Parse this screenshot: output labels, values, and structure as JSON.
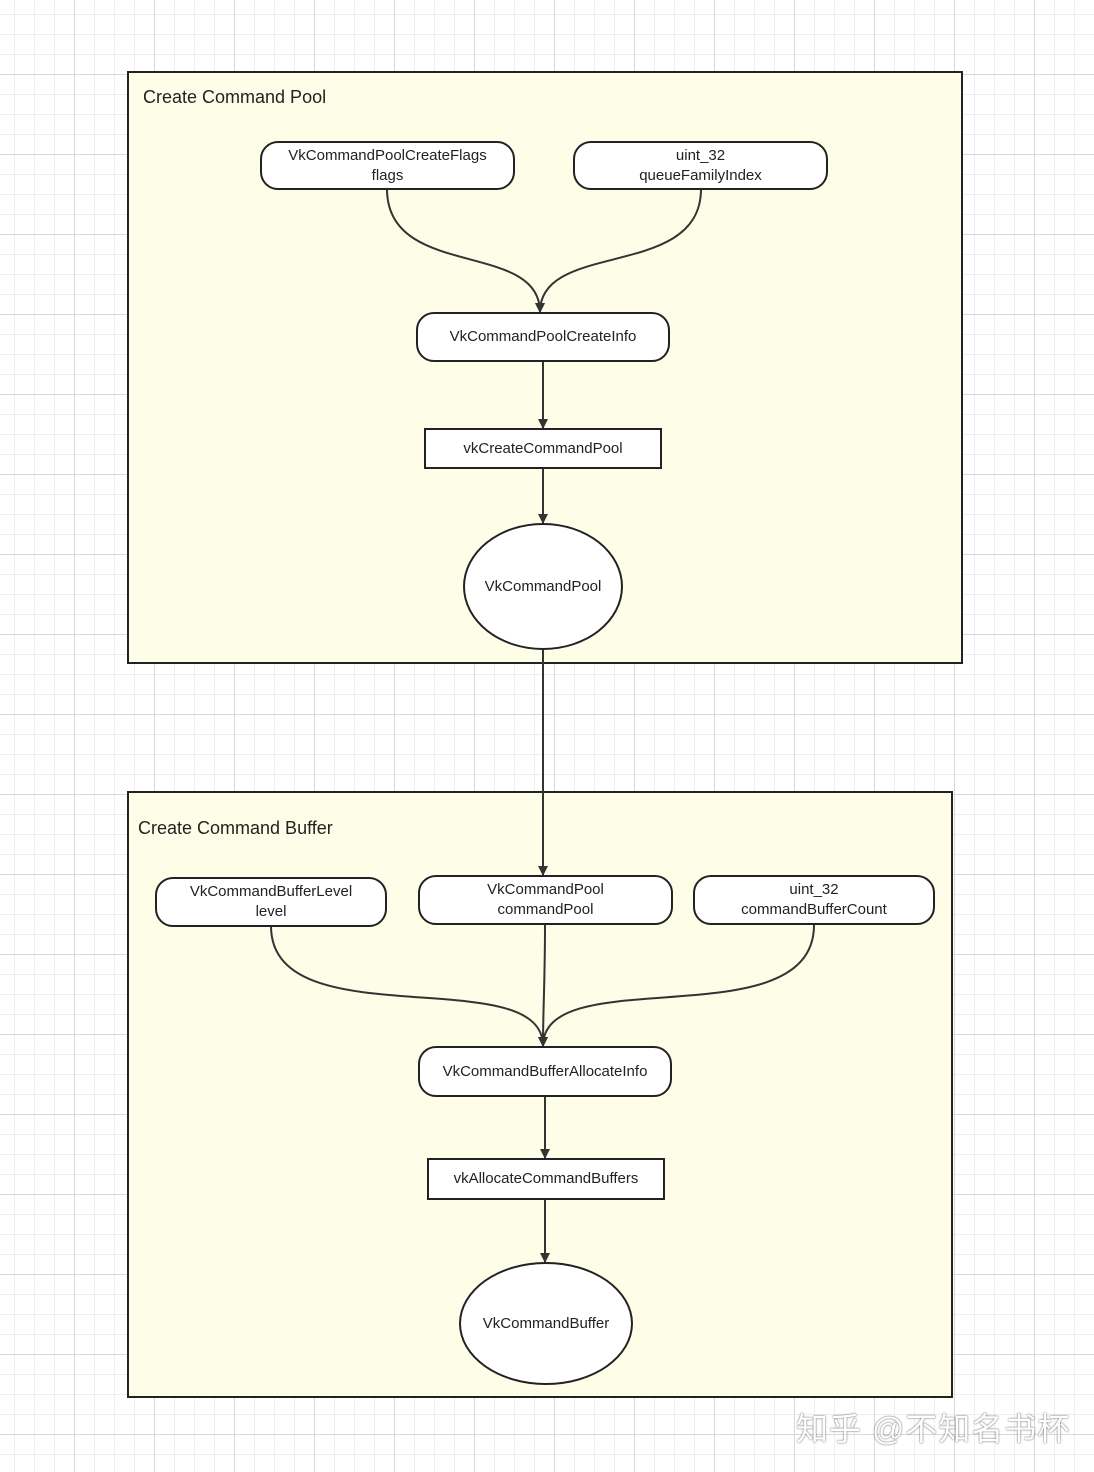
{
  "groups": {
    "pool": {
      "title": "Create Command Pool"
    },
    "buffer": {
      "title": "Create Command Buffer"
    }
  },
  "nodes": {
    "pool_flags": {
      "line1": "VkCommandPoolCreateFlags",
      "line2": "flags"
    },
    "pool_queue": {
      "line1": "uint_32",
      "line2": "queueFamilyIndex"
    },
    "pool_createinfo": {
      "line1": "VkCommandPoolCreateInfo"
    },
    "pool_create_fn": {
      "line1": "vkCreateCommandPool"
    },
    "pool_result": {
      "line1": "VkCommandPool"
    },
    "buf_level": {
      "line1": "VkCommandBufferLevel",
      "line2": "level"
    },
    "buf_pool": {
      "line1": "VkCommandPool",
      "line2": "commandPool"
    },
    "buf_count": {
      "line1": "uint_32",
      "line2": "commandBufferCount"
    },
    "buf_allocinfo": {
      "line1": "VkCommandBufferAllocateInfo"
    },
    "buf_alloc_fn": {
      "line1": "vkAllocateCommandBuffers"
    },
    "buf_result": {
      "line1": "VkCommandBuffer"
    }
  },
  "edges": [
    {
      "from": "pool_flags",
      "to": "pool_createinfo"
    },
    {
      "from": "pool_queue",
      "to": "pool_createinfo"
    },
    {
      "from": "pool_createinfo",
      "to": "pool_create_fn"
    },
    {
      "from": "pool_create_fn",
      "to": "pool_result"
    },
    {
      "from": "pool_result",
      "to": "buf_pool"
    },
    {
      "from": "buf_level",
      "to": "buf_allocinfo"
    },
    {
      "from": "buf_pool",
      "to": "buf_allocinfo"
    },
    {
      "from": "buf_count",
      "to": "buf_allocinfo"
    },
    {
      "from": "buf_allocinfo",
      "to": "buf_alloc_fn"
    },
    {
      "from": "buf_alloc_fn",
      "to": "buf_result"
    }
  ],
  "watermark": "知乎 @不知名书杯",
  "colors": {
    "group_fill": "#fdfde8",
    "stroke": "#222222",
    "node_fill": "#ffffff"
  }
}
